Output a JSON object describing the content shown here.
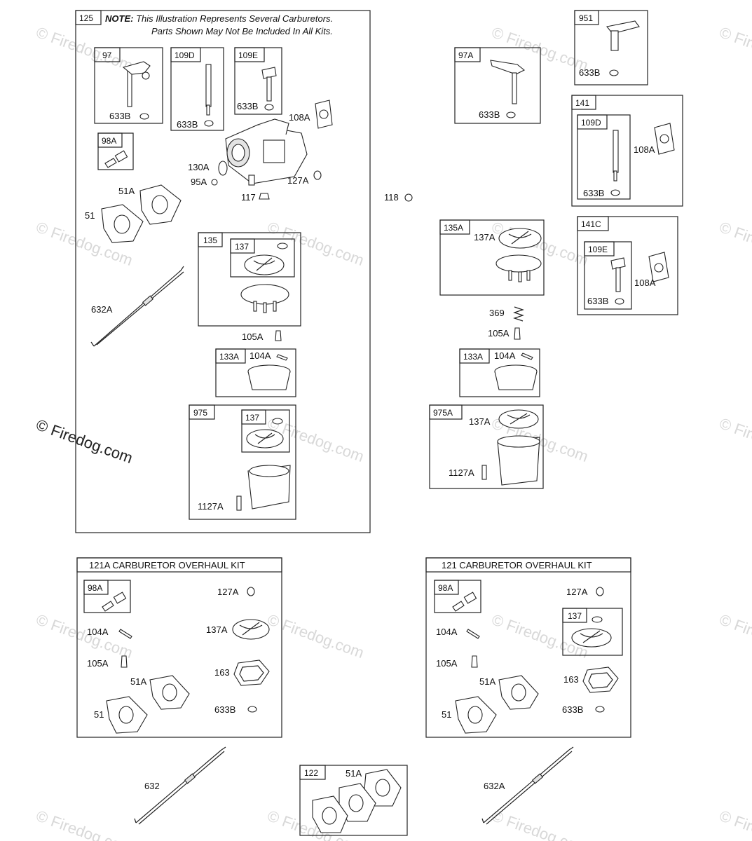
{
  "note": {
    "bold": "NOTE:",
    "line1": "This Illustration Represents Several Carburetors.",
    "line2": "Parts Shown May Not Be Included In All Kits."
  },
  "watermark": {
    "main": "© Firedog.com",
    "faint": "© Firedog.com"
  },
  "kits": {
    "kit_121a": "121A CARBURETOR OVERHAUL KIT",
    "kit_121": "121 CARBURETOR OVERHAUL KIT"
  },
  "parts": {
    "p125": "125",
    "p97": "97",
    "p109d": "109D",
    "p109e": "109E",
    "p633b": "633B",
    "p108a": "108A",
    "p98a": "98A",
    "p130a": "130A",
    "p95a": "95A",
    "p127a": "127A",
    "p117": "117",
    "p51a": "51A",
    "p51": "51",
    "p135": "135",
    "p137": "137",
    "p632a": "632A",
    "p105a": "105A",
    "p133a": "133A",
    "p104a": "104A",
    "p975": "975",
    "p1127a": "1127A",
    "p118": "118",
    "p97a": "97A",
    "p951": "951",
    "p141": "141",
    "p135a": "135A",
    "p137a": "137A",
    "p141c": "141C",
    "p369": "369",
    "p975a": "975A",
    "p163": "163",
    "p632": "632",
    "p122": "122"
  }
}
